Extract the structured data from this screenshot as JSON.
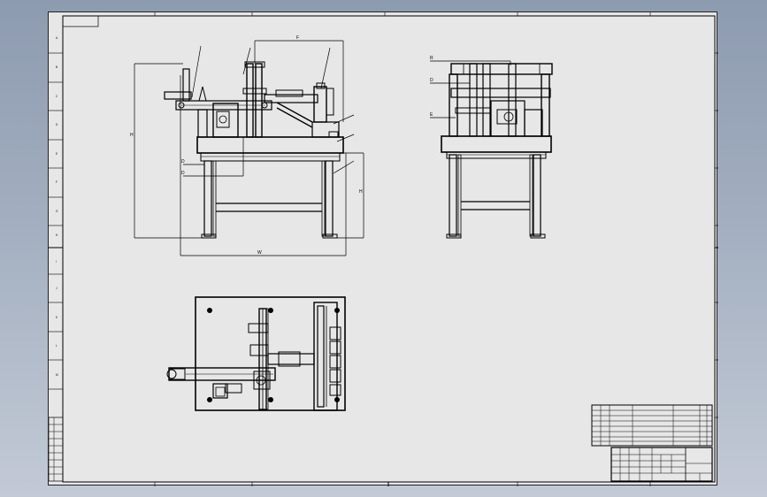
{
  "sheet": {
    "background": "#e7e7e7",
    "line_color": "#000000",
    "desktop_color": "#98a5b8"
  },
  "views": {
    "front": {
      "dims": {
        "overall_width": "W",
        "overall_height": "H",
        "top_span": "F",
        "left_small_1": "D",
        "left_small_2": "D",
        "right_height": "H"
      }
    },
    "side": {
      "dims": {
        "top": "R",
        "mid": "D",
        "low": "E"
      }
    },
    "plan": {}
  },
  "title_block": {},
  "revision_table": {}
}
